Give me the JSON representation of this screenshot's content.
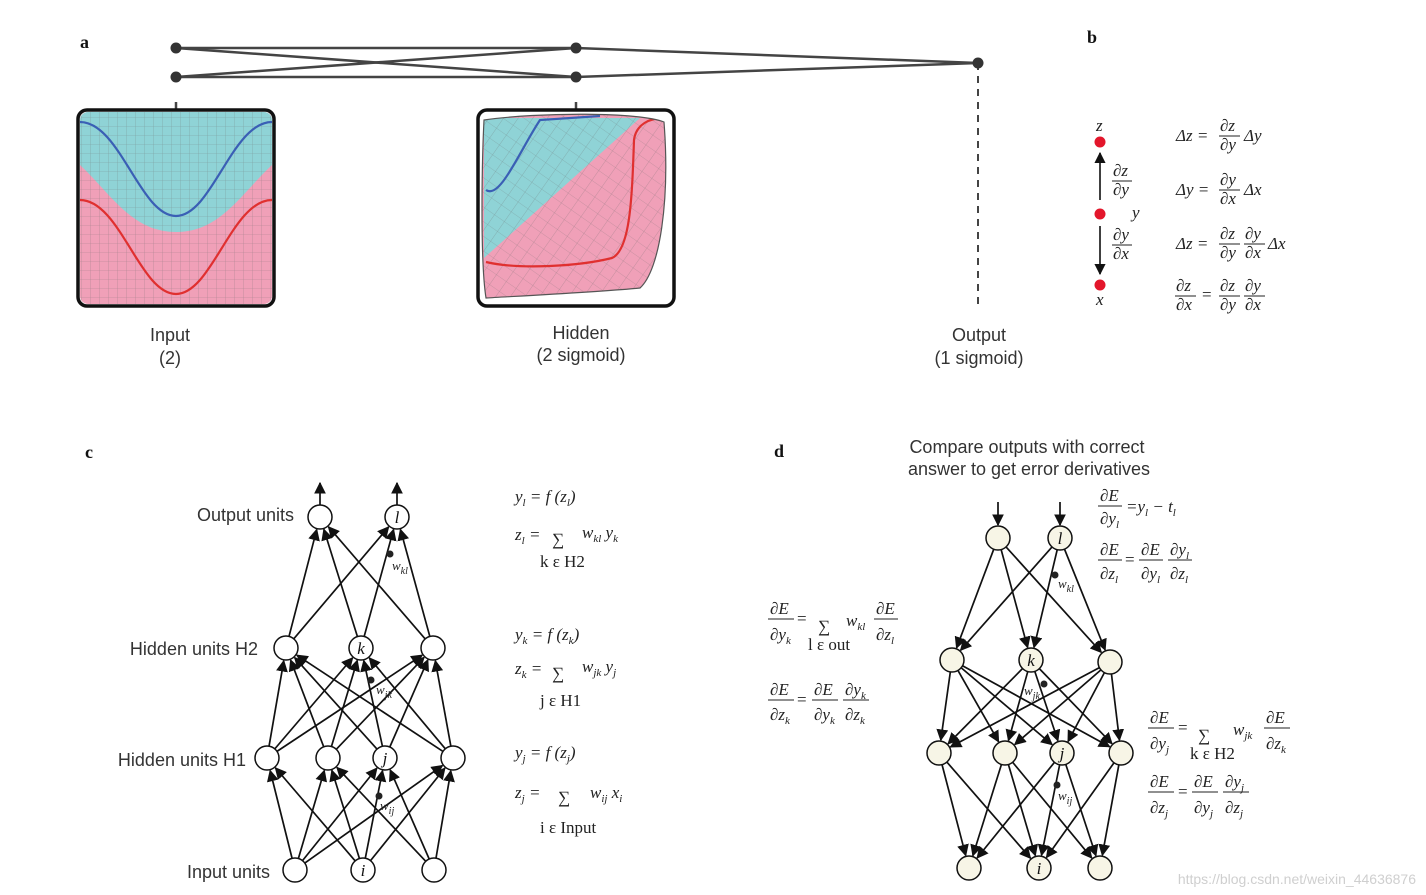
{
  "panels": {
    "a": {
      "letter": "a",
      "input_label": "Input",
      "input_count": "(2)",
      "hidden_label": "Hidden",
      "hidden_count": "(2 sigmoid)",
      "output_label": "Output",
      "output_count": "(1 sigmoid)"
    },
    "b": {
      "letter": "b",
      "z": "z",
      "y": "y",
      "x": "x",
      "dzdy_num": "∂z",
      "dzdy_den": "∂y",
      "dydx_num": "∂y",
      "dydx_den": "∂x",
      "eq1_lhs": "Δz =",
      "eq1_tail": "Δy",
      "eq2_lhs": "Δy =",
      "eq2_tail": "Δx",
      "eq3_lhs": "Δz =",
      "eq3_tail": "Δx",
      "eq4_eq": "="
    },
    "c": {
      "letter": "c",
      "output_units": "Output units",
      "hidden_h2": "Hidden units H2",
      "hidden_h1": "Hidden units H1",
      "input_units": "Input units",
      "node_l": "l",
      "node_k": "k",
      "node_j": "j",
      "node_i": "i",
      "w_kl": "w",
      "w_kl_sub": "kl",
      "w_jk": "w",
      "w_jk_sub": "jk",
      "w_ij": "w",
      "w_ij_sub": "ij",
      "eq_yl": "y",
      "eq_yl_rest": "= f (z",
      "eq_zl": "z",
      "eq_zl_rest": "=",
      "eq_zl_sum": "w",
      "eq_zl_under": "k ε H2",
      "eq_yk": "y",
      "eq_yk_rest": "= f (z",
      "eq_zk_under": "j ε H1",
      "eq_yj": "y",
      "eq_yj_rest": "= f (z",
      "eq_zj_under": "i ε Input"
    },
    "d": {
      "letter": "d",
      "heading_line1": "Compare outputs with correct",
      "heading_line2": "answer to get error derivatives",
      "under_out": "l ε out",
      "under_h2": "k ε H2",
      "node_l": "l",
      "node_k": "k",
      "node_j": "j",
      "node_i": "i"
    }
  },
  "watermark": "https://blog.csdn.net/weixin_44636876",
  "colors": {
    "cyan_region": "#8fd3d6",
    "pink_region": "#f0a0b8",
    "blue_curve": "#3a5fb5",
    "red_curve": "#e03030",
    "red_dot": "#e3162b",
    "node_fill": "#f7f5e6"
  }
}
